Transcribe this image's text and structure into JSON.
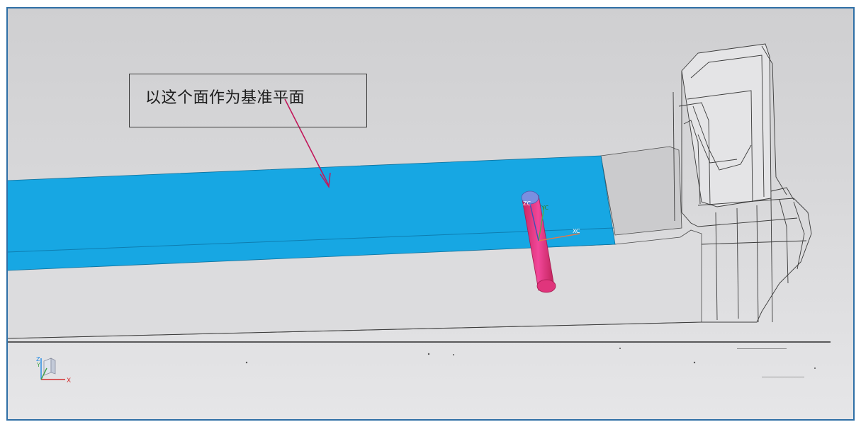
{
  "annotation": {
    "text": "以这个面作为基准平面"
  },
  "csys_marker": {
    "x_label": "XC",
    "y_label": "YC",
    "z_label": "ZC"
  },
  "view_triad": {
    "x_label": "X",
    "y_label": "Y",
    "z_label": "Z"
  },
  "colors": {
    "background": "#d6d6d8",
    "selected_face": "#17a7e3",
    "cylinder": "#e8357a",
    "frame_border": "#2f6fa6"
  }
}
